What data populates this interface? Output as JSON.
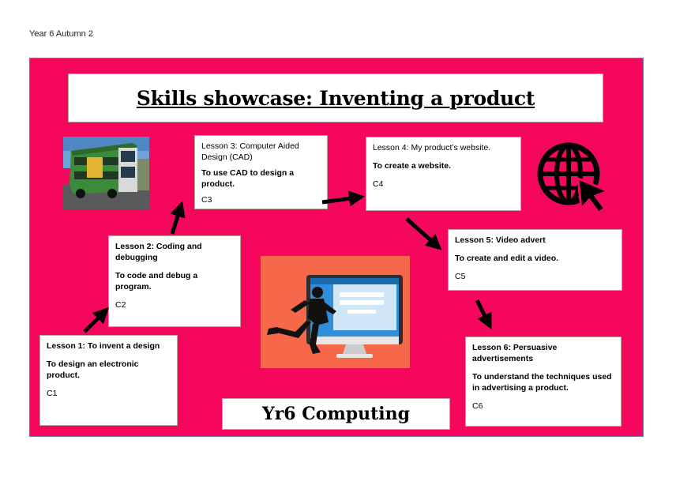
{
  "document": {
    "header": "Year 6 Autumn 2"
  },
  "poster": {
    "title": "Skills showcase: Inventing a product",
    "footer": "Yr6 Computing",
    "lessons": [
      {
        "title": "Lesson 1: To invent a design",
        "objective": "To design an electronic product.",
        "code": "C1"
      },
      {
        "title": "Lesson 2: Coding and debugging",
        "objective": "To code and debug a program.",
        "code": "C2"
      },
      {
        "title": "Lesson 3: Computer Aided Design (CAD)",
        "objective": "To use CAD to design a product.",
        "code": "C3"
      },
      {
        "title": "Lesson 4: My product’s website.",
        "objective": "To create a website.",
        "code": "C4"
      },
      {
        "title": "Lesson 5: Video advert",
        "objective": "To create and edit a video.",
        "code": "C5"
      },
      {
        "title": "Lesson 6: Persuasive advertisements",
        "objective": "To understand the techniques used in advertising a product.",
        "code": "C6"
      }
    ],
    "colors": {
      "background": "#f5075e",
      "computer_art_background": "#f7684a"
    },
    "icons": [
      "bus-photo",
      "globe-cursor-icon",
      "businessman-computer-illustration",
      "arrow-icon"
    ]
  }
}
